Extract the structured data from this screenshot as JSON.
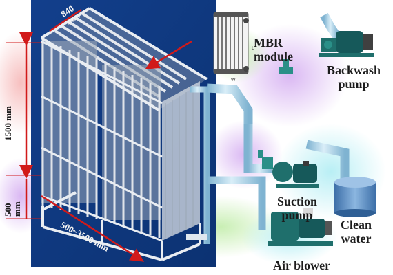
{
  "colors": {
    "background_panel": "#0f3a82",
    "pipe": "#a9d3ea",
    "pipe_outline": "#5b86a3",
    "pump_body": "#1f6f6c",
    "valve": "#2a8f88",
    "dimension_arrow": "#d11a1a",
    "tank": "#5a8fc8",
    "frame": "#c9ced6",
    "glow_red": "#f0a0a0",
    "glow_purple": "#c69be8",
    "glow_green": "#b6e6a0",
    "glow_cyan": "#a6e6ee"
  },
  "labels": {
    "mbr_module": "MBR\nmodule",
    "backwash_pump": "Backwash\npump",
    "suction_pump": "Suction\npump",
    "clean_water": "Clean\nwater",
    "air_blower": "Air blower"
  },
  "dimensions": {
    "width_top": "840\nmm",
    "height_total": "1500 mm",
    "height_base": "500\nmm",
    "length_bottom": "500~3500 mm"
  },
  "icons": {
    "mbr_module": "membrane-module-icon",
    "backwash_pump": "pump-icon",
    "suction_pump": "pump-icon",
    "air_blower": "blower-icon",
    "clean_water": "tank-icon"
  }
}
